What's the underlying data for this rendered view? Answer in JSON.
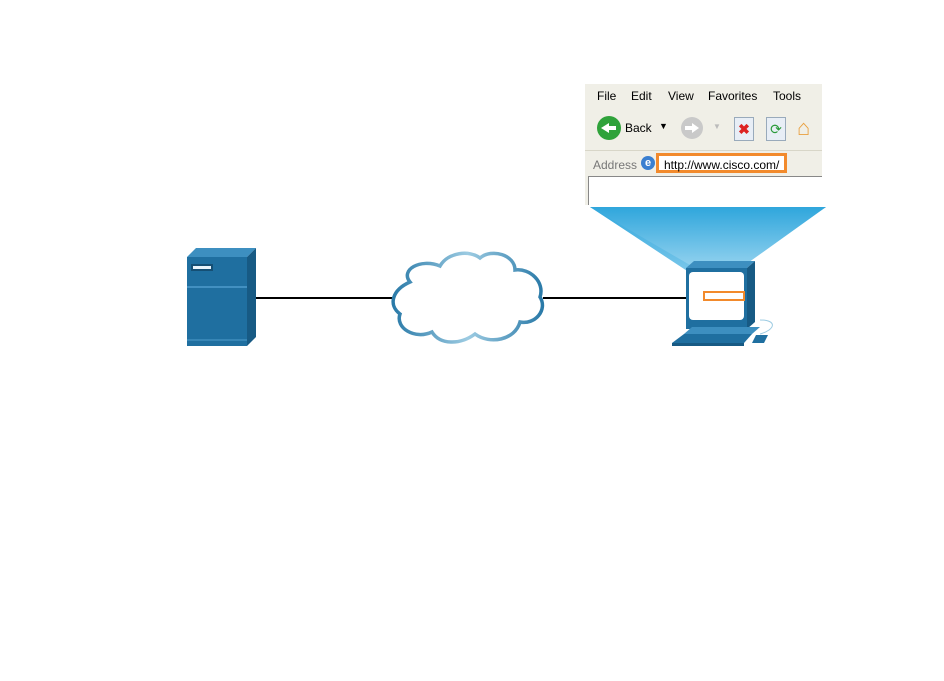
{
  "browser": {
    "menu": [
      "File",
      "Edit",
      "View",
      "Favorites",
      "Tools"
    ],
    "back_label": "Back",
    "address_label": "Address",
    "url": "http://www.cisco.com/"
  },
  "diagram": {
    "nodes": [
      {
        "id": "server",
        "label": ""
      },
      {
        "id": "internet-cloud",
        "label": ""
      },
      {
        "id": "pc",
        "label": ""
      }
    ],
    "links": [
      {
        "from": "server",
        "to": "internet-cloud"
      },
      {
        "from": "internet-cloud",
        "to": "pc"
      }
    ]
  },
  "colors": {
    "device_blue": "#1f6fa0",
    "highlight_orange": "#f28a2c",
    "beam_blue": "#3aa9dc",
    "link": "#000000"
  }
}
